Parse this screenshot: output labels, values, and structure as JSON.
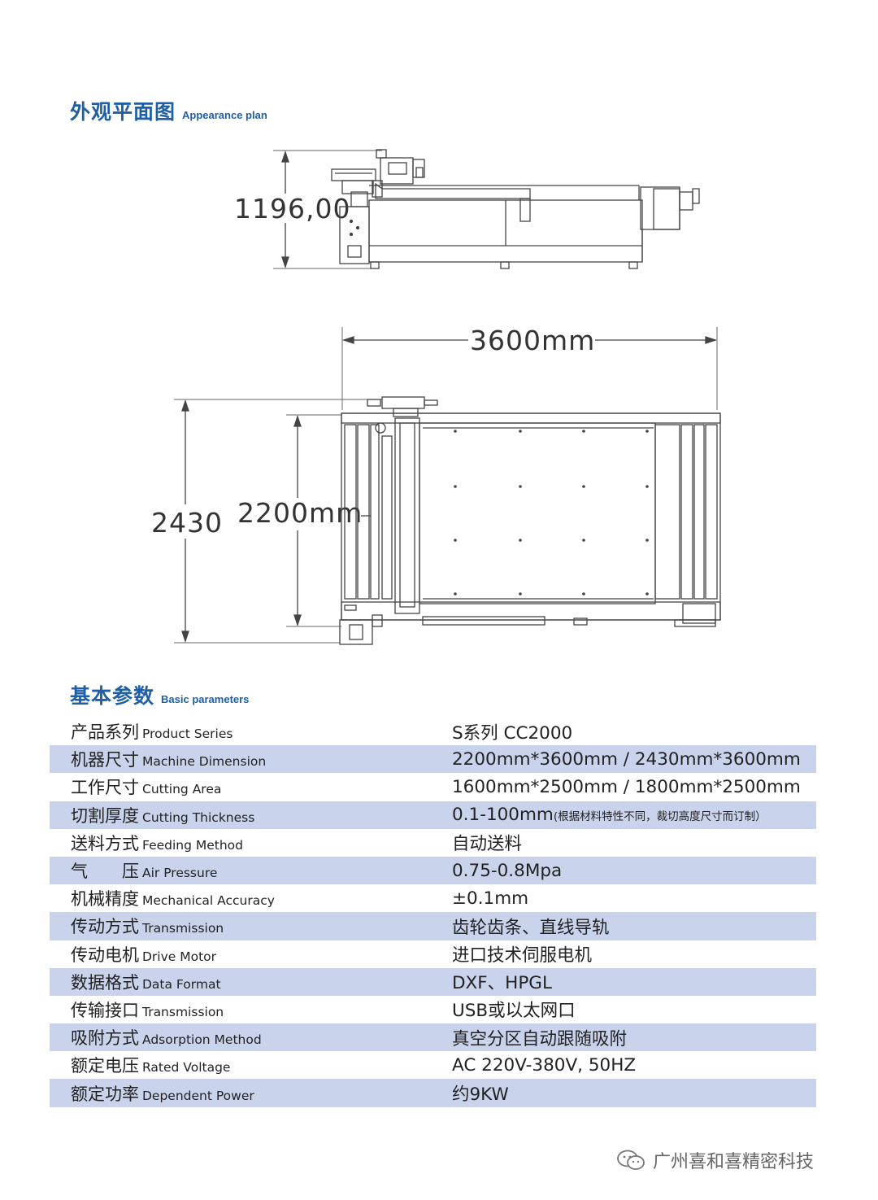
{
  "section1": {
    "title_zh": "外观平面图",
    "title_en": "Appearance plan"
  },
  "drawing": {
    "height_label": "1196,00",
    "length_label": "3600mm",
    "outer_width_label": "2430",
    "inner_width_label": "2200mm"
  },
  "section2": {
    "title_zh": "基本参数",
    "title_en": "Basic parameters"
  },
  "params": [
    {
      "zh": "产品系列",
      "en": "Product Series",
      "value": "S系列   CC2000",
      "note": ""
    },
    {
      "zh": "机器尺寸",
      "en": "Machine  Dimension",
      "value": "2200mm*3600mm / 2430mm*3600mm",
      "note": ""
    },
    {
      "zh": "工作尺寸",
      "en": "Cutting Area",
      "value": "1600mm*2500mm / 1800mm*2500mm",
      "note": ""
    },
    {
      "zh": "切割厚度",
      "en": "Cutting Thickness",
      "value": "0.1-100mm",
      "note": "(根据材料特性不同，裁切高度尺寸而订制）"
    },
    {
      "zh": "送料方式",
      "en": "Feeding Method",
      "value": "自动送料",
      "note": ""
    },
    {
      "zh": "气　　压",
      "en": "Air Pressure",
      "value": "0.75-0.8Mpa",
      "note": ""
    },
    {
      "zh": "机械精度",
      "en": "Mechanical Accuracy",
      "value": "±0.1mm",
      "note": ""
    },
    {
      "zh": "传动方式",
      "en": "Transmission",
      "value": "齿轮齿条、直线导轨",
      "note": ""
    },
    {
      "zh": "传动电机",
      "en": "Drive Motor",
      "value": "进口技术伺服电机",
      "note": ""
    },
    {
      "zh": "数据格式",
      "en": "Data Format",
      "value": "DXF、HPGL",
      "note": ""
    },
    {
      "zh": "传输接口",
      "en": "Transmission",
      "value": "USB或以太网口",
      "note": ""
    },
    {
      "zh": "吸附方式",
      "en": "Adsorption Method",
      "value": "真空分区自动跟随吸附",
      "note": ""
    },
    {
      "zh": "额定电压",
      "en": "Rated Voltage",
      "value": "AC 220V-380V, 50HZ",
      "note": ""
    },
    {
      "zh": "额定功率",
      "en": "Dependent Power",
      "value": "约9KW",
      "note": ""
    }
  ],
  "watermark": {
    "text": "广州喜和喜精密科技",
    "icon": "wechat-icon"
  },
  "colors": {
    "title": "#1f5fa8",
    "row_shade": "#c9d3ec"
  }
}
